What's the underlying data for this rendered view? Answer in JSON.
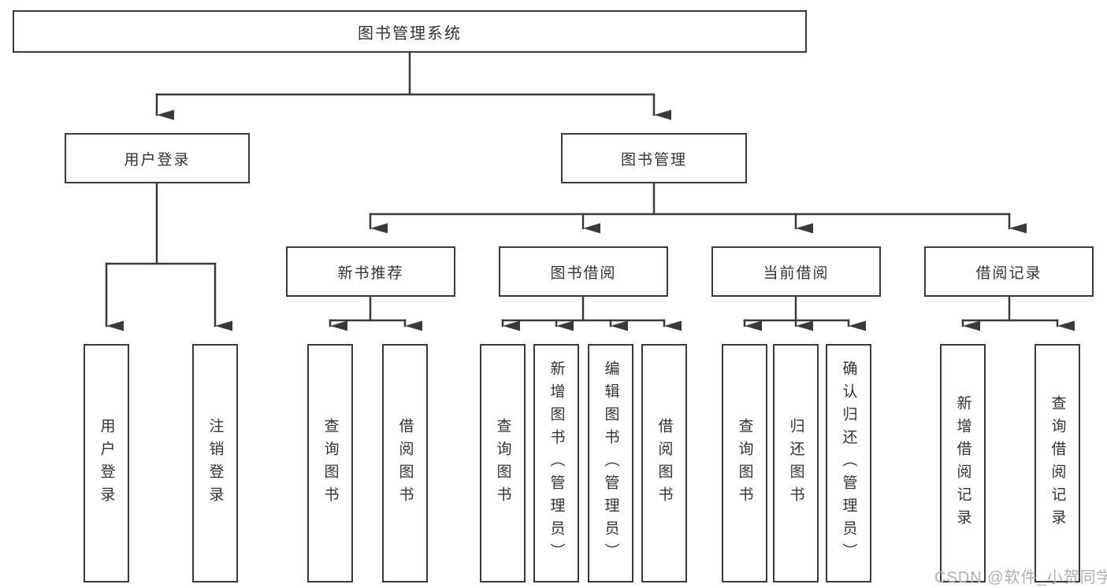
{
  "diagram": {
    "root": {
      "label": "图书管理系统"
    },
    "level2": [
      {
        "id": "user-login",
        "label": "用户登录"
      },
      {
        "id": "book-management",
        "label": "图书管理"
      }
    ],
    "level3": [
      {
        "id": "new-book-recommend",
        "parent": "图书管理",
        "label": "新书推荐"
      },
      {
        "id": "book-borrowing",
        "parent": "图书管理",
        "label": "图书借阅"
      },
      {
        "id": "current-borrowing",
        "parent": "图书管理",
        "label": "当前借阅"
      },
      {
        "id": "borrowing-records",
        "parent": "图书管理",
        "label": "借阅记录"
      }
    ],
    "leaves": [
      {
        "parent": "用户登录",
        "label": "用户登录"
      },
      {
        "parent": "用户登录",
        "label": "注销登录"
      },
      {
        "parent": "新书推荐",
        "label": "查询图书"
      },
      {
        "parent": "新书推荐",
        "label": "借阅图书"
      },
      {
        "parent": "图书借阅",
        "label": "查询图书"
      },
      {
        "parent": "图书借阅",
        "label": "新增图书（管理员）"
      },
      {
        "parent": "图书借阅",
        "label": "编辑图书（管理员）"
      },
      {
        "parent": "图书借阅",
        "label": "借阅图书"
      },
      {
        "parent": "当前借阅",
        "label": "查询图书"
      },
      {
        "parent": "当前借阅",
        "label": "归还图书"
      },
      {
        "parent": "当前借阅",
        "label": "确认归还（管理员）"
      },
      {
        "parent": "借阅记录",
        "label": "新增借阅记录"
      },
      {
        "parent": "借阅记录",
        "label": "查询借阅记录"
      }
    ]
  },
  "watermark": {
    "text": "CSDN @软件_小贺同学"
  },
  "colors": {
    "line": "#3a3a3a",
    "border": "#3a3a3a",
    "text": "#333333",
    "watermark": "#b0b0b0",
    "background": "#ffffff"
  }
}
